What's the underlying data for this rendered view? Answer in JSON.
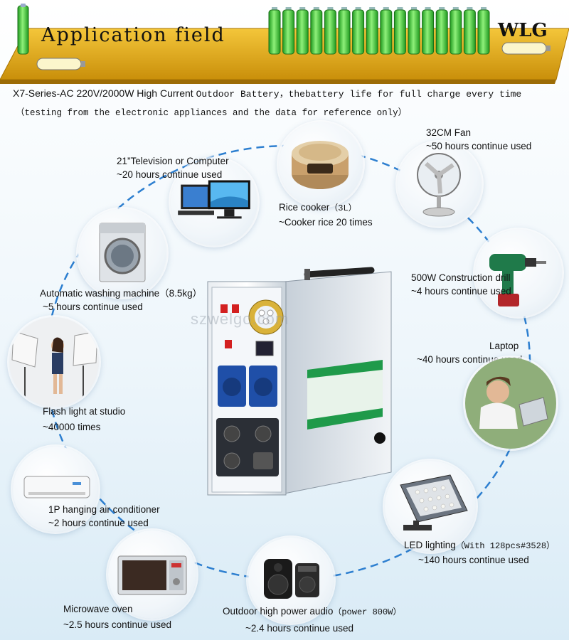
{
  "header": {
    "title": "Application field",
    "brand": "WLG",
    "headline_sans": "X7-Series-AC 220V/2000W High Current ",
    "headline_mono": "Outdoor Battery，thebattery life for full charge every time",
    "subline": "（testing from the electronic appliances and the data for reference only）"
  },
  "watermark": "szwelgo.com",
  "colors": {
    "banner": "#e8b21c",
    "battery": "#3cbf3c",
    "ring": "#2d7fd0"
  },
  "appliances": [
    {
      "icon": "tv-icon",
      "name": "21”Television or Computer",
      "name_note": "",
      "detail": "~20 hours continue used"
    },
    {
      "icon": "rice-cooker-icon",
      "name": "Rice cooker",
      "name_note": "（3L）",
      "detail": "~Cooker rice 20 times"
    },
    {
      "icon": "fan-icon",
      "name": "32CM Fan",
      "name_note": "",
      "detail": "~50 hours continue used"
    },
    {
      "icon": "washing-machine-icon",
      "name": "Automatic washing machine（8.5kg）",
      "name_note": "",
      "detail": "~5 hours continue used"
    },
    {
      "icon": "drill-icon",
      "name": "500W Construction drill",
      "name_note": "",
      "detail": "~4 hours continue used"
    },
    {
      "icon": "laptop-icon",
      "name": "Laptop",
      "name_note": "",
      "detail": "~40 hours continue used"
    },
    {
      "icon": "studio-flash-icon",
      "name": "Flash light at studio",
      "name_note": "",
      "detail": "~40000 times"
    },
    {
      "icon": "air-conditioner-icon",
      "name": "1P hanging air conditioner",
      "name_note": "",
      "detail": "~2 hours continue used"
    },
    {
      "icon": "led-light-icon",
      "name": "LED lighting",
      "name_note": "（With 128pcs#3528）",
      "detail": "~140 hours continue used"
    },
    {
      "icon": "microwave-icon",
      "name": "Microwave oven",
      "name_note": "",
      "detail": "~2.5 hours continue used"
    },
    {
      "icon": "speaker-icon",
      "name": "Outdoor high power audio",
      "name_note": "（power 800W）",
      "detail": "~2.4 hours continue used"
    }
  ]
}
